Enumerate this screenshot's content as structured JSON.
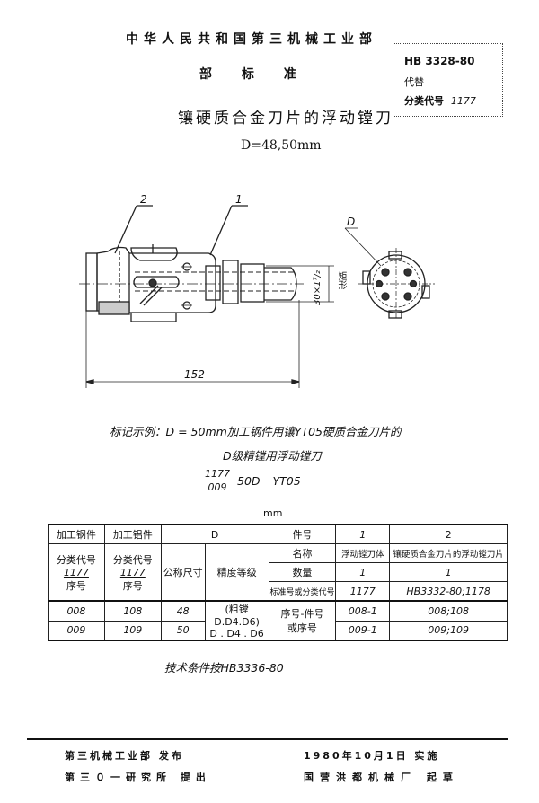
{
  "header": {
    "ministry": "中华人民共和国第三机械工业部",
    "standard_type": "部 标 准",
    "title": "镶硬质合金刀片的浮动镗刀",
    "subtitle": "D=48,50mm"
  },
  "standard_box": {
    "code": "HB 3328-80",
    "replaces_label": "代替",
    "classification_label": "分类代号",
    "classification_code": "1177"
  },
  "drawing": {
    "callout_1": "1",
    "callout_2": "2",
    "view_label": "D",
    "length_dim": "152",
    "thread_dim": "30×1⁷/₂",
    "thread_note": "矩形"
  },
  "example": {
    "line1": "标记示例：D = 50mm加工钢件用镶YT05硬质合金刀片的",
    "line2": "D级精镗用浮动镗刀",
    "fraction_num": "1177",
    "fraction_den": "009",
    "mark_text": "50D  YT05"
  },
  "table": {
    "unit": "mm",
    "headers": {
      "steel": "加工钢件",
      "aluminum": "加工铝件",
      "D": "D",
      "class_code": "分类代号",
      "class_code_value": "1177",
      "seq_no": "序号",
      "nominal_size": "公称尺寸",
      "precision_grade": "精度等级",
      "part_no": "件号",
      "name": "名称",
      "quantity": "数量",
      "std_or_class": "标准号或分类代号",
      "seq_part": "序号-件号",
      "or_seq": "或序号"
    },
    "parts": [
      {
        "part_no": "1",
        "name": "浮动镗刀体",
        "quantity": "1",
        "std": "1177"
      },
      {
        "part_no": "2",
        "name": "镶硬质合金刀片的浮动镗刀片",
        "quantity": "1",
        "std": "HB3332-80;1178"
      }
    ],
    "rows": [
      {
        "steel": "008",
        "aluminum": "108",
        "nominal": "48",
        "grade": "(粗镗D.D4.D6)",
        "part1": "008-1",
        "part2": "008;108"
      },
      {
        "steel": "009",
        "aluminum": "109",
        "nominal": "50",
        "grade": "D . D4 . D6",
        "part1": "009-1",
        "part2": "009;109"
      }
    ]
  },
  "tech_conditions": "技术条件按HB3336-80",
  "footer": {
    "issuer": "第三机械工业部 发布",
    "drafter": "第三０一研究所 提出",
    "effective": "1980年10月1日 实施",
    "author": "国营洪都机械厂 起草"
  }
}
